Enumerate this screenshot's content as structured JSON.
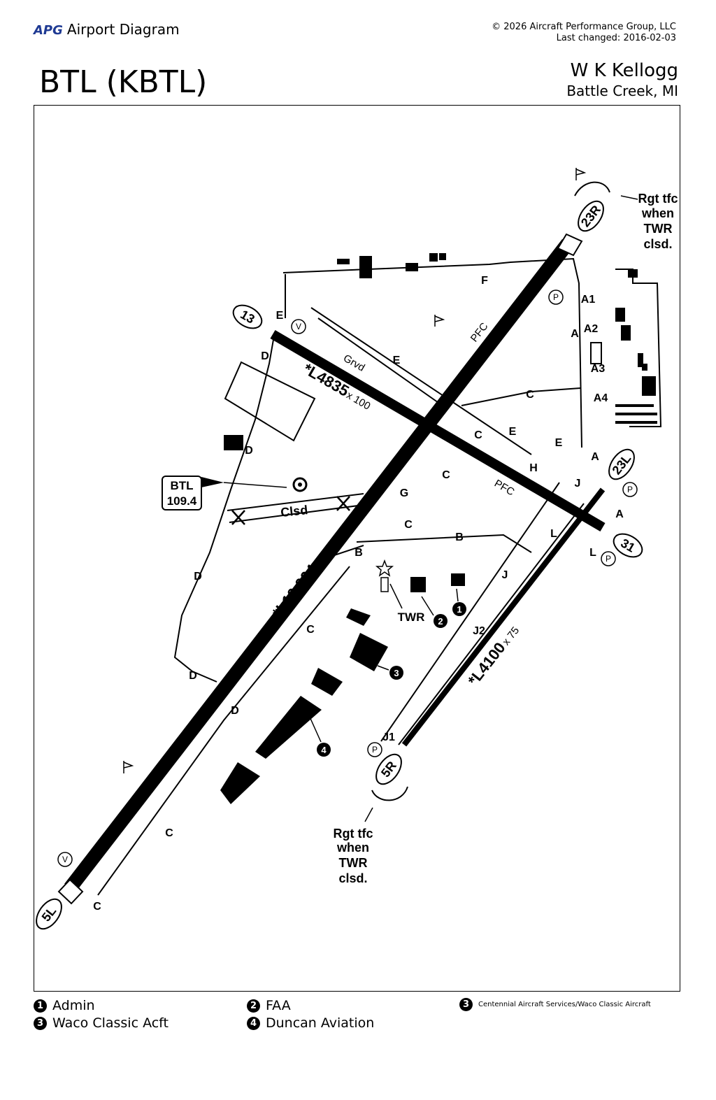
{
  "header": {
    "brand_logo": "APG",
    "brand_title": "Airport Diagram",
    "copyright": "© 2026 Aircraft Performance Group, LLC",
    "last_changed": "Last changed: 2016-02-03",
    "ident": "BTL (KBTL)",
    "airport_name": "W K Kellogg",
    "airport_city": "Battle Creek, MI"
  },
  "map": {
    "runway_main_label": "*L10,004",
    "runway_main_dims": "x 150",
    "runway_cross_label": "*L4835",
    "runway_cross_dims": "x 100",
    "runway_parallel_label": "*L4100",
    "runway_parallel_dims": "x 75",
    "rwy_ends": [
      "23R",
      "13",
      "23L",
      "31",
      "5R",
      "5L"
    ],
    "taxiways": [
      "A",
      "A1",
      "A2",
      "A3",
      "A4",
      "B",
      "C",
      "D",
      "E",
      "F",
      "G",
      "H",
      "J",
      "J1",
      "J2",
      "L"
    ],
    "grvd": "Grvd",
    "pfc": "PFC",
    "closed": "Clsd",
    "vor_ident": "BTL",
    "vor_freq": "109.4",
    "tower": "TWR",
    "rgt_tfc_note": [
      "Rgt tfc",
      "when",
      "TWR",
      "clsd."
    ],
    "parking_symbol": "P",
    "vor_check_symbol": "V",
    "marker_nums": [
      "1",
      "2",
      "3",
      "4"
    ]
  },
  "legend": [
    {
      "num": "1",
      "label": "Admin"
    },
    {
      "num": "2",
      "label": "FAA"
    },
    {
      "num": "3",
      "label": "Centennial Aircraft Services/Waco Classic Aircraft"
    },
    {
      "num": "3",
      "label": "Waco Classic Acft"
    },
    {
      "num": "4",
      "label": "Duncan Aviation"
    }
  ]
}
